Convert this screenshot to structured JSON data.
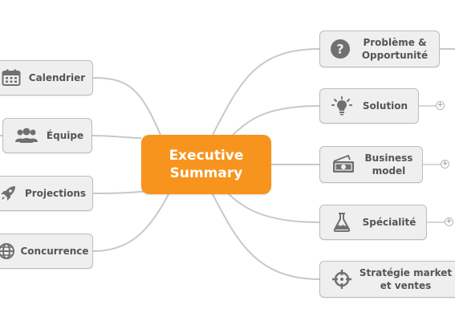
{
  "center": {
    "label_line1": "Executive",
    "label_line2": "Summary"
  },
  "left_nodes": [
    {
      "label": "Calendrier",
      "icon": "calendar-icon"
    },
    {
      "label": "Équipe",
      "icon": "team-icon"
    },
    {
      "label": "Projections",
      "icon": "rocket-icon"
    },
    {
      "label": "Concurrence",
      "icon": "globe-icon"
    }
  ],
  "right_nodes": [
    {
      "label_line1": "Problème &",
      "label_line2": "Opportunité",
      "icon": "question-icon"
    },
    {
      "label_line1": "Solution",
      "label_line2": "",
      "icon": "lightbulb-icon"
    },
    {
      "label_line1": "Business",
      "label_line2": "model",
      "icon": "money-icon"
    },
    {
      "label_line1": "Spécialité",
      "label_line2": "",
      "icon": "flask-icon"
    },
    {
      "label_line1": "Stratégie market",
      "label_line2": "et ventes",
      "icon": "target-icon"
    }
  ],
  "expander_symbol": "+",
  "colors": {
    "center_fill": "#f7941d",
    "node_fill": "#efefef",
    "node_border": "#bdbdbd",
    "link": "#c8c8c8",
    "text": "#555555",
    "icon": "#707070"
  }
}
